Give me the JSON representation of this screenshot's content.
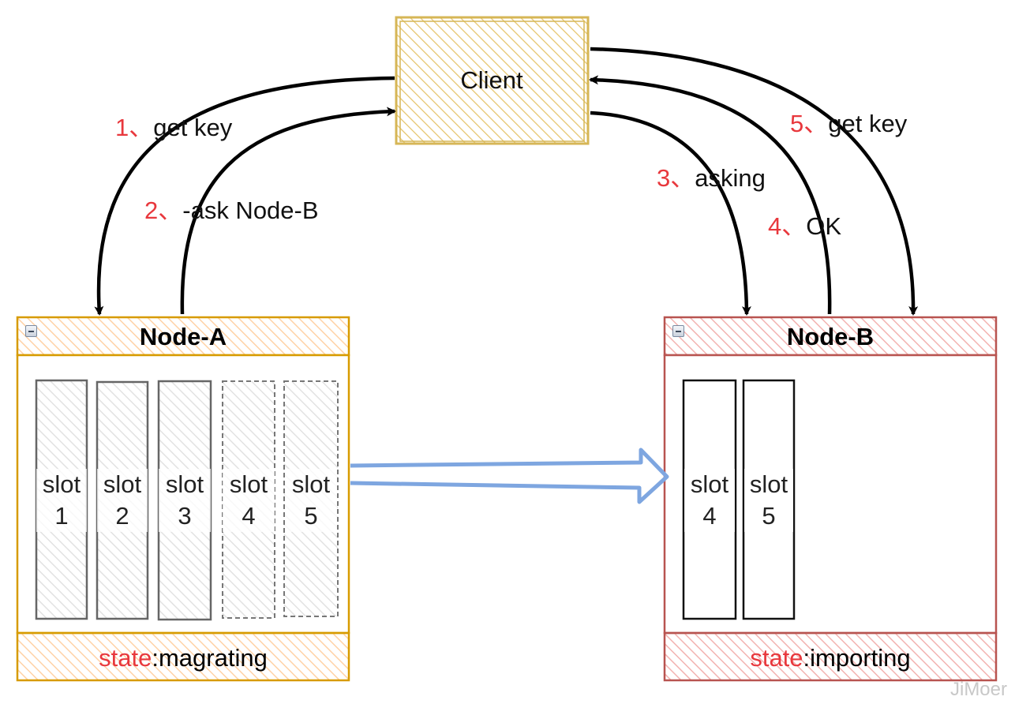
{
  "client": {
    "label": "Client"
  },
  "node_a": {
    "title": "Node-A",
    "slots": [
      {
        "top": "slot",
        "bottom": "1"
      },
      {
        "top": "slot",
        "bottom": "2"
      },
      {
        "top": "slot",
        "bottom": "3"
      },
      {
        "top": "slot",
        "bottom": "4"
      },
      {
        "top": "slot",
        "bottom": "5"
      }
    ],
    "state_keyword": "state",
    "state_value": ":magrating"
  },
  "node_b": {
    "title": "Node-B",
    "slots": [
      {
        "top": "slot",
        "bottom": "4"
      },
      {
        "top": "slot",
        "bottom": "5"
      }
    ],
    "state_keyword": "state",
    "state_value": ":importing"
  },
  "steps": [
    {
      "num": "1、",
      "text": "get key"
    },
    {
      "num": "2、",
      "text": "-ask Node-B"
    },
    {
      "num": "3、",
      "text": "asking"
    },
    {
      "num": "4、",
      "text": "OK"
    },
    {
      "num": "5、",
      "text": "get key"
    }
  ],
  "watermark": "JiMoer",
  "colors": {
    "client_stroke": "#d6b656",
    "client_fill": "#fff2cc",
    "node_a_stroke": "#d79b00",
    "node_a_fill": "#ffe6cc",
    "node_b_stroke": "#b85450",
    "node_b_fill": "#f8cecc",
    "migration_arrow": "#7ea6e0",
    "step_number": "#e8383d"
  }
}
